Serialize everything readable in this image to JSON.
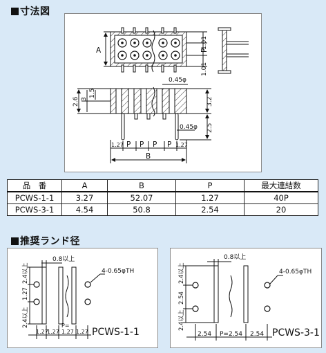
{
  "headings": {
    "dimensions": "寸法図",
    "land": "推奨ランド径"
  },
  "dimension_drawing": {
    "labels": {
      "a": "A",
      "b": "B",
      "p": "P",
      "d_1_01_top": "1.01",
      "d_1_01_bottom": "1.01",
      "d_0_45_a": "0.45φ",
      "d_0_45_b": "0.45φ",
      "d_2_6": "2.6",
      "d_3": "3",
      "d_1_5": "1.5",
      "d_3_2": "3.2",
      "d_2_5": "2.5",
      "d_1_27_left": "1.27",
      "d_1_27_right": "1.27",
      "p1": "P",
      "p2": "P",
      "p3": "P",
      "p4": "P"
    }
  },
  "spec_table": {
    "headers": [
      "品　番",
      "A",
      "B",
      "P",
      "最大連結数"
    ],
    "rows": [
      [
        "PCWS-1-1",
        "3.27",
        "52.07",
        "1.27",
        "40P"
      ],
      [
        "PCWS-3-1",
        "4.54",
        "50.8",
        "2.54",
        "20"
      ]
    ]
  },
  "land_left": {
    "model": "PCWS-1-1",
    "width_label": "0.8以上",
    "hole_label": "4-0.65φTH",
    "v_top": "2.4以上",
    "v_mid": "1.27",
    "v_bottom": "2.4以上",
    "h1": "1.27",
    "h2": "1.27",
    "h3": "1.27",
    "h4": "1.27",
    "p_eq": "P="
  },
  "land_right": {
    "model": "PCWS-3-1",
    "width_label": "0.8以上",
    "hole_label": "4-0.65φTH",
    "v_top": "2.4以上",
    "v_mid": "2.54",
    "v_bottom": "2.4以上",
    "h1": "2.54",
    "h2": "P=2.54",
    "h3": "2.54"
  }
}
